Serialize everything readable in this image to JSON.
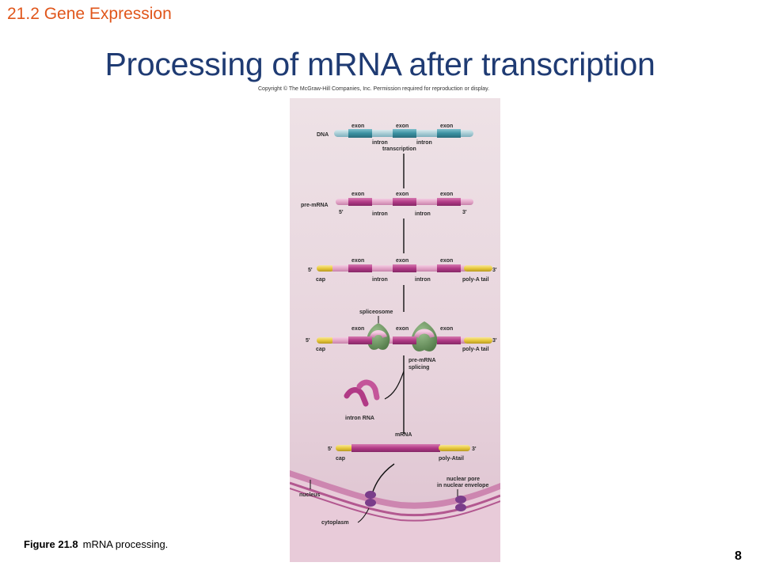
{
  "header": {
    "section": "21.2 Gene Expression",
    "title": "Processing of mRNA after transcription"
  },
  "figure": {
    "copyright": "Copyright © The McGraw-Hill Companies, Inc. Permission required for reproduction or display.",
    "labels": {
      "exon": "exon",
      "intron": "intron",
      "dna": "DNA",
      "transcription": "transcription",
      "pre_mrna": "pre-mRNA",
      "five_prime": "5'",
      "three_prime": "3'",
      "cap": "cap",
      "poly_a_tail": "poly-A tail",
      "spliceosome": "spliceosome",
      "splicing_1": "pre-mRNA",
      "splicing_2": "splicing",
      "intron_rna": "intron RNA",
      "mrna": "mRNA",
      "poly_a_tail_short": "poly-Atail",
      "nuclear_pore_1": "nuclear pore",
      "nuclear_pore_2": "in nuclear envelope",
      "nucleus": "nucleus",
      "cytoplasm": "cytoplasm"
    },
    "colors": {
      "dna_exon": "#3a8fa0",
      "dna_intron": "#a9cdd6",
      "rna_exon": "#b13a86",
      "rna_intron": "#e3a6c8",
      "cap": "#e8c93c",
      "spliceosome": "#6f9a63",
      "background": "#e9d6de",
      "envelope": "#c86aa6"
    }
  },
  "caption": {
    "label": "Figure 21.8",
    "text": "mRNA processing."
  },
  "page_number": "8"
}
